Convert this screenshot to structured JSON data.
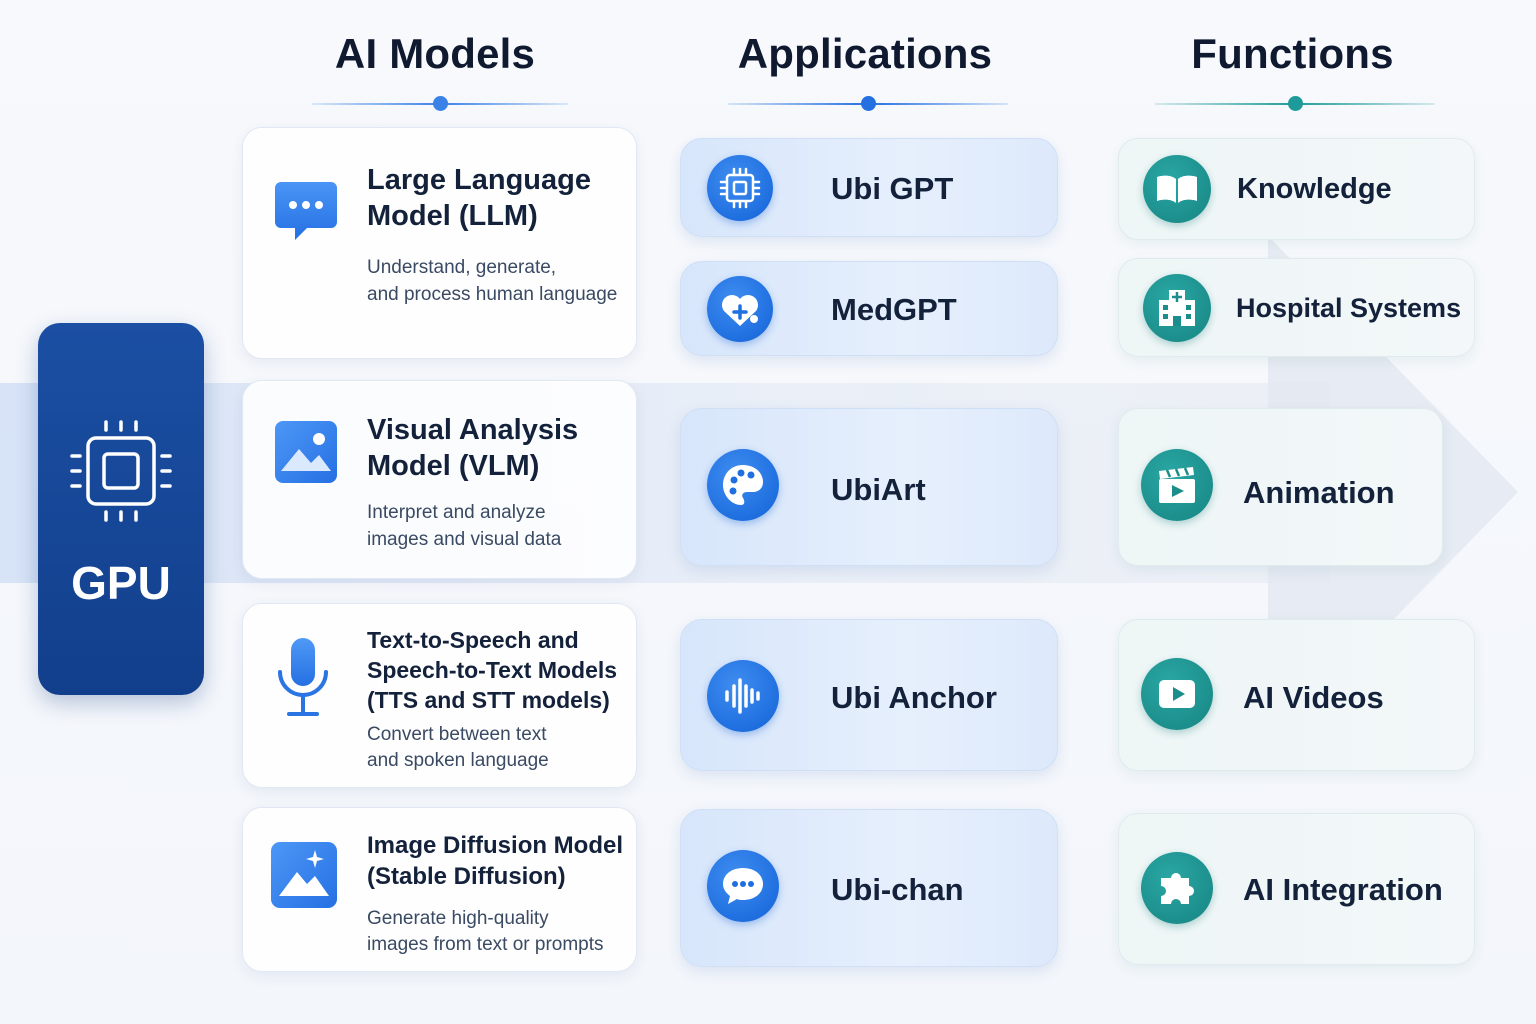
{
  "headers": {
    "models": "AI Models",
    "applications": "Applications",
    "functions": "Functions"
  },
  "gpu": {
    "label": "GPU",
    "icon": "chip-icon"
  },
  "models": [
    {
      "title_line1": "Large Language",
      "title_line2": "Model (LLM)",
      "desc_line1": "Understand, generate,",
      "desc_line2": "and process human language",
      "icon": "chat-bubble-icon"
    },
    {
      "title_line1": "Visual Analysis",
      "title_line2": "Model (VLM)",
      "desc_line1": "Interpret and analyze",
      "desc_line2": "images and visual data",
      "icon": "image-icon"
    },
    {
      "title_line1": "Text-to-Speech and",
      "title_line2": "Speech-to-Text Models",
      "title_line3": "(TTS and STT models)",
      "desc_line1": "Convert between text",
      "desc_line2": "and spoken language",
      "icon": "microphone-icon"
    },
    {
      "title_line1": "Image Diffusion Model",
      "title_line2": "(Stable Diffusion)",
      "desc_line1": "Generate high-quality",
      "desc_line2": "images from text or prompts",
      "icon": "image-sparkle-icon"
    }
  ],
  "applications": [
    {
      "label": "Ubi GPT",
      "icon": "chip-icon"
    },
    {
      "label": "MedGPT",
      "icon": "heart-plus-icon"
    },
    {
      "label": "UbiArt",
      "icon": "palette-icon"
    },
    {
      "label": "Ubi Anchor",
      "icon": "soundwave-icon"
    },
    {
      "label": "Ubi-chan",
      "icon": "chat-bubble-icon"
    }
  ],
  "functions": [
    {
      "label": "Knowledge",
      "icon": "book-icon"
    },
    {
      "label": "Hospital Systems",
      "icon": "hospital-icon"
    },
    {
      "label": "Animation",
      "icon": "clapperboard-icon"
    },
    {
      "label": "AI Videos",
      "icon": "play-icon"
    },
    {
      "label": "AI Integration",
      "icon": "puzzle-icon"
    }
  ],
  "colors": {
    "gpu": "#1a4a9c",
    "app_accent": "#2373e2",
    "function_accent": "#1b8d8b",
    "models_header_accent": "#3b82e6",
    "apps_header_accent": "#2470e0",
    "functions_header_accent": "#1f9a9a"
  }
}
